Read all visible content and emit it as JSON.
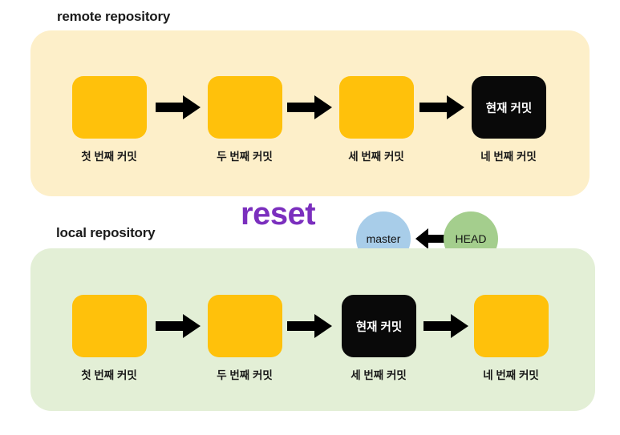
{
  "diagram": {
    "title_operation": "reset",
    "colors": {
      "remote_panel_bg": "#FDEFC9",
      "local_panel_bg": "#E3EFD6",
      "commit_box": "#FFC10B",
      "current_commit_box": "#090909",
      "reset_text": "#7B2FBE",
      "master_circle": "#A8CDE9",
      "head_circle": "#A4CE8D",
      "arrow": "#000000"
    }
  },
  "remote": {
    "title": "remote repository",
    "commits": [
      {
        "caption": "첫 번째 커밋",
        "inner_label": "",
        "state": "normal"
      },
      {
        "caption": "두 번째 커밋",
        "inner_label": "",
        "state": "normal"
      },
      {
        "caption": "세 번째 커밋",
        "inner_label": "",
        "state": "normal"
      },
      {
        "caption": "네 번째 커밋",
        "inner_label": "현재 커밋",
        "state": "current"
      }
    ]
  },
  "local": {
    "title": "local repository",
    "commits": [
      {
        "caption": "첫 번째 커밋",
        "inner_label": "",
        "state": "normal"
      },
      {
        "caption": "두 번째 커밋",
        "inner_label": "",
        "state": "normal"
      },
      {
        "caption": "세 번째 커밋",
        "inner_label": "현재 커밋",
        "state": "current"
      },
      {
        "caption": "네 번째 커밋",
        "inner_label": "",
        "state": "normal"
      }
    ]
  },
  "refs": {
    "branch": "master",
    "head": "HEAD"
  }
}
